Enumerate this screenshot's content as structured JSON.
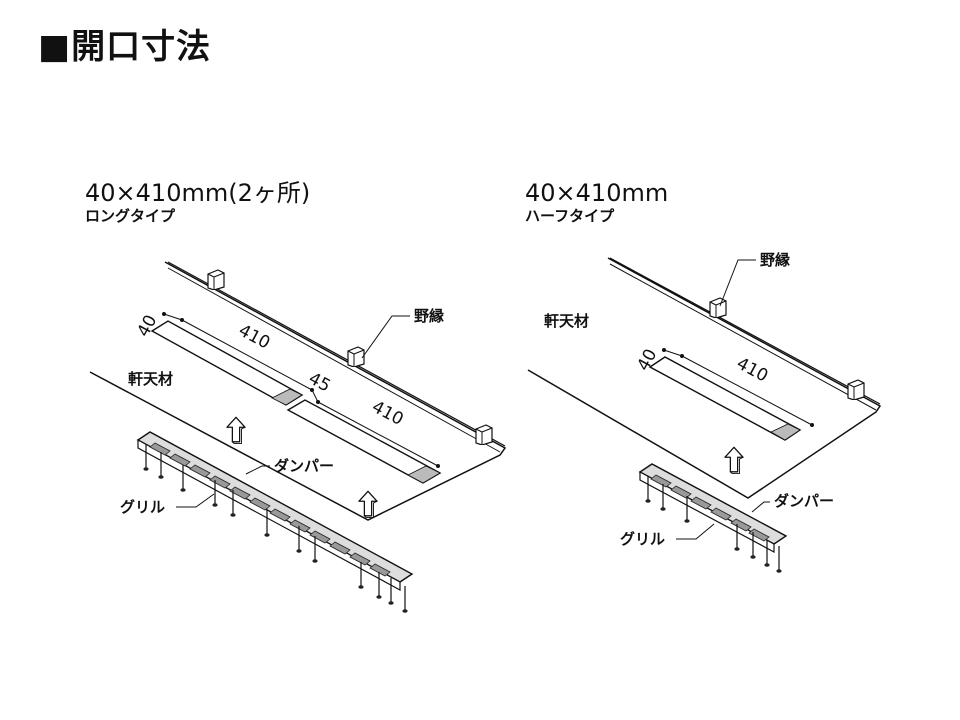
{
  "page": {
    "title": "■開口寸法"
  },
  "long_type": {
    "dimensions": "40×410mm(2ヶ所)",
    "type_name": "ロングタイプ",
    "labels": {
      "nobuchi": "野縁",
      "nokiten": "軒天材",
      "damper": "ダンパー",
      "grille": "グリル"
    },
    "dims": {
      "width": "40",
      "length_1": "410",
      "gap": "45",
      "length_2": "410"
    }
  },
  "half_type": {
    "dimensions": "40×410mm",
    "type_name": "ハーフタイプ",
    "labels": {
      "nobuchi": "野縁",
      "nokiten": "軒天材",
      "damper": "ダンパー",
      "grille": "グリル"
    },
    "dims": {
      "width": "40",
      "length": "410"
    }
  },
  "icons": [
    "up-arrow-icon",
    "screw-icon",
    "bracket-icon"
  ]
}
